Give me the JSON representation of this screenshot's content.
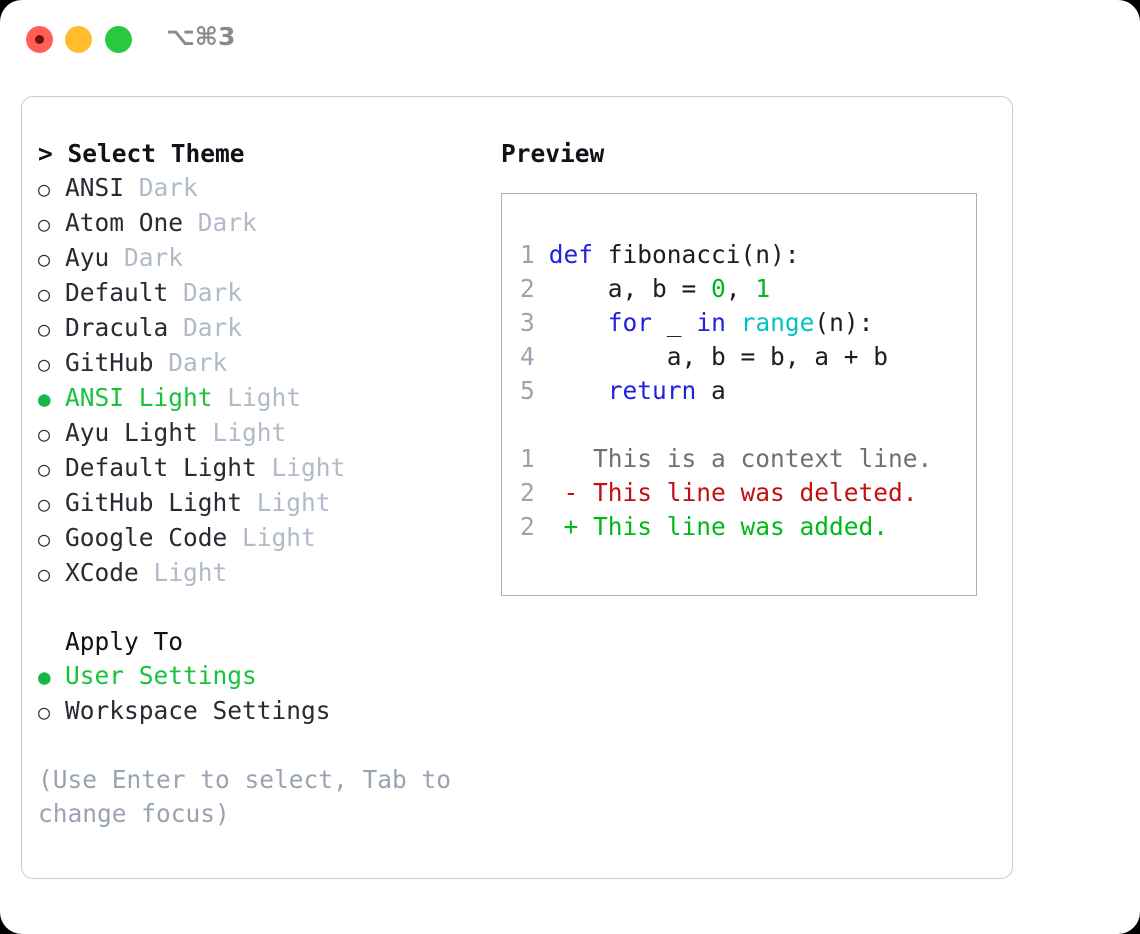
{
  "window": {
    "shortcut": "⌥⌘3",
    "traffic_lights": [
      {
        "name": "close",
        "color": "#ff5f57"
      },
      {
        "name": "minimize",
        "color": "#febc2e"
      },
      {
        "name": "maximize",
        "color": "#28c840"
      }
    ]
  },
  "accent": {
    "selected_green": "#18c23c",
    "badge_gray": "#b0bac8",
    "hint_gray": "#99a3b2",
    "border_gray": "#c9ccd4",
    "panel_border": "#a6b0c0"
  },
  "theme_picker": {
    "header": "> Select Theme",
    "items": [
      {
        "name": "ANSI",
        "badge": "Dark",
        "selected": false,
        "bullet": "○"
      },
      {
        "name": "Atom One",
        "badge": "Dark",
        "selected": false,
        "bullet": "○"
      },
      {
        "name": "Ayu",
        "badge": "Dark",
        "selected": false,
        "bullet": "○"
      },
      {
        "name": "Default",
        "badge": "Dark",
        "selected": false,
        "bullet": "○"
      },
      {
        "name": "Dracula",
        "badge": "Dark",
        "selected": false,
        "bullet": "○"
      },
      {
        "name": "GitHub",
        "badge": "Dark",
        "selected": false,
        "bullet": "○"
      },
      {
        "name": "ANSI Light",
        "badge": "Light",
        "selected": true,
        "bullet": "●"
      },
      {
        "name": "Ayu Light",
        "badge": "Light",
        "selected": false,
        "bullet": "○"
      },
      {
        "name": "Default Light",
        "badge": "Light",
        "selected": false,
        "bullet": "○"
      },
      {
        "name": "GitHub Light",
        "badge": "Light",
        "selected": false,
        "bullet": "○"
      },
      {
        "name": "Google Code",
        "badge": "Light",
        "selected": false,
        "bullet": "○"
      },
      {
        "name": "XCode",
        "badge": "Light",
        "selected": false,
        "bullet": "○"
      }
    ]
  },
  "apply_to": {
    "label": "Apply To",
    "items": [
      {
        "name": "User Settings",
        "selected": true,
        "bullet": "●"
      },
      {
        "name": "Workspace Settings",
        "selected": false,
        "bullet": "○"
      }
    ]
  },
  "hint": "(Use Enter to select, Tab to change focus)",
  "preview": {
    "title": "Preview",
    "code_lines": [
      {
        "n": "1",
        "tokens": [
          {
            "t": "def ",
            "c": "kw"
          },
          {
            "t": "fibonacci(n):",
            "c": "plain"
          }
        ]
      },
      {
        "n": "2",
        "tokens": [
          {
            "t": "    a, b = ",
            "c": "plain"
          },
          {
            "t": "0",
            "c": "num"
          },
          {
            "t": ", ",
            "c": "plain"
          },
          {
            "t": "1",
            "c": "num"
          }
        ]
      },
      {
        "n": "3",
        "tokens": [
          {
            "t": "    ",
            "c": "plain"
          },
          {
            "t": "for",
            "c": "kw"
          },
          {
            "t": " _ ",
            "c": "plain"
          },
          {
            "t": "in",
            "c": "kw"
          },
          {
            "t": " ",
            "c": "plain"
          },
          {
            "t": "range",
            "c": "fn"
          },
          {
            "t": "(n):",
            "c": "plain"
          }
        ]
      },
      {
        "n": "4",
        "tokens": [
          {
            "t": "        a, b = b, a + b",
            "c": "plain"
          }
        ]
      },
      {
        "n": "5",
        "tokens": [
          {
            "t": "    ",
            "c": "plain"
          },
          {
            "t": "return",
            "c": "kw"
          },
          {
            "t": " a",
            "c": "plain"
          }
        ]
      }
    ],
    "diff_lines": [
      {
        "n": "1",
        "marker": "  ",
        "text": "This is a context line.",
        "kind": "d-ctx"
      },
      {
        "n": "2",
        "marker": "- ",
        "text": "This line was deleted.",
        "kind": "d-del"
      },
      {
        "n": "2",
        "marker": "+ ",
        "text": "This line was added.",
        "kind": "d-add"
      }
    ]
  }
}
